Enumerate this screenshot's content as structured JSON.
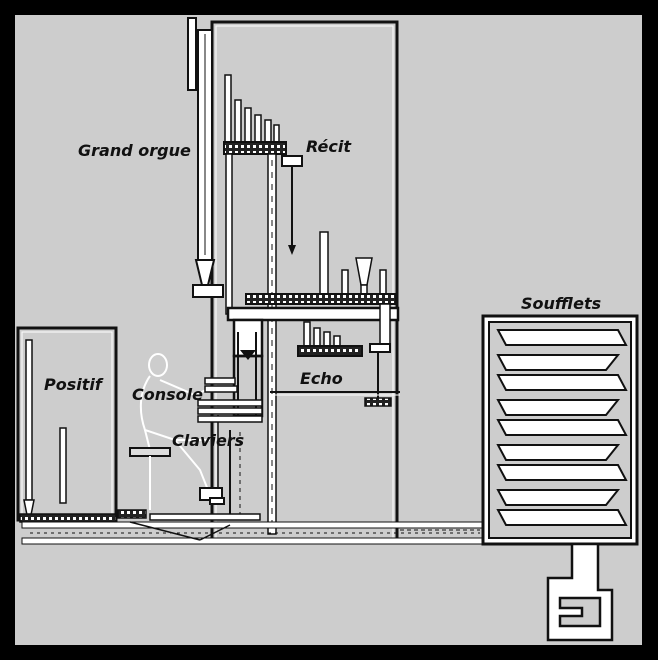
{
  "labels": {
    "grand_orgue": "Grand orgue",
    "recit": "Récit",
    "positif": "Positif",
    "console": "Console",
    "claviers": "Claviers",
    "echo": "Echo",
    "soufflets": "Soufflets"
  },
  "colors": {
    "frame": "#000000",
    "background": "#cdcdcd",
    "ink": "#111111",
    "highlight": "#ffffff"
  }
}
